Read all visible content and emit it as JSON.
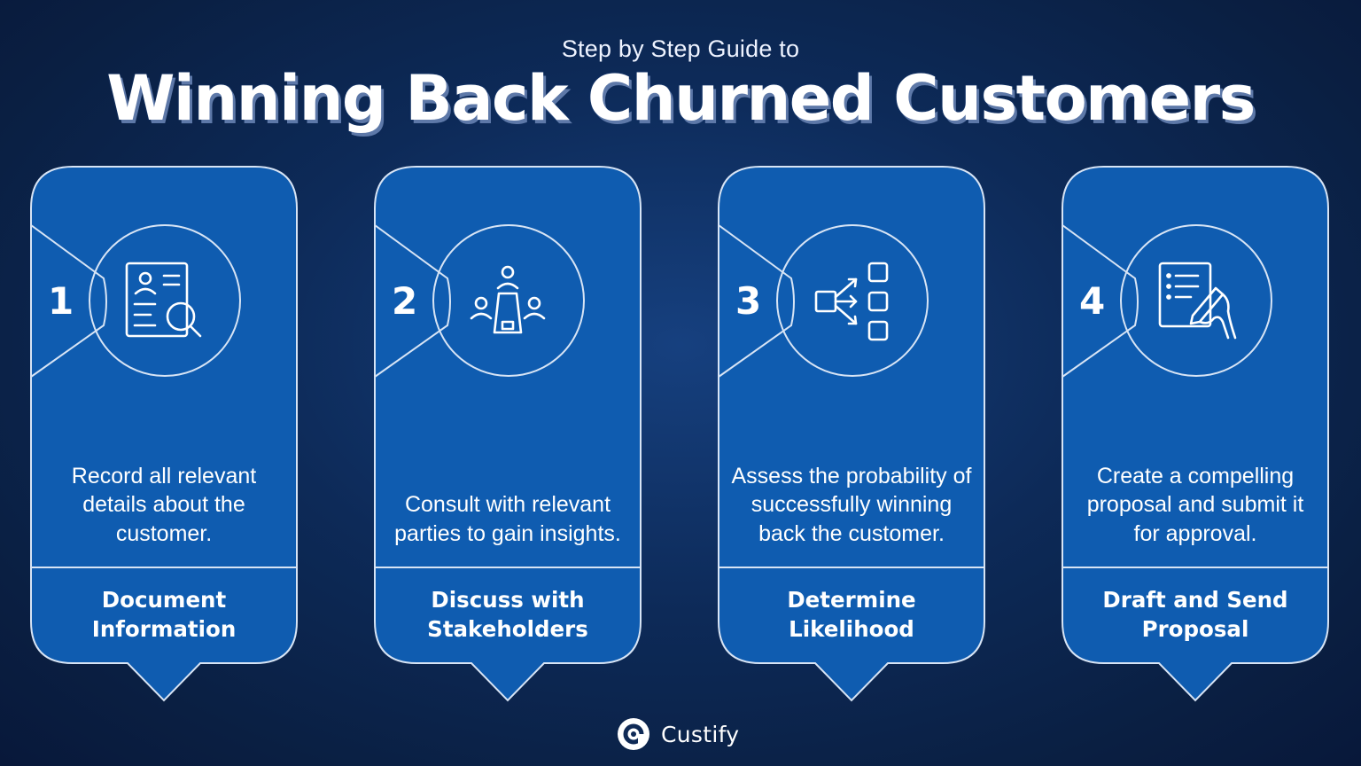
{
  "header": {
    "subtitle": "Step by Step Guide to",
    "title": "Winning Back Churned Customers"
  },
  "steps": [
    {
      "number": "1",
      "description": "Record all relevant details about the customer.",
      "label": "Document Information",
      "icon": "document-search-icon"
    },
    {
      "number": "2",
      "description": "Consult with relevant parties to gain insights.",
      "label": "Discuss with Stakeholders",
      "icon": "meeting-table-icon"
    },
    {
      "number": "3",
      "description": "Assess the probability of successfully winning back the customer.",
      "label": "Determine Likelihood",
      "icon": "decision-branches-icon"
    },
    {
      "number": "4",
      "description": "Create a compelling proposal and submit it for approval.",
      "label": "Draft and Send Proposal",
      "icon": "document-sign-icon"
    }
  ],
  "brand": {
    "name": "Custify",
    "icon": "custify-logo-icon"
  },
  "colors": {
    "background": "#0d2a58",
    "card_fill": "#0f5cb0",
    "card_stroke": "#d7e4f5",
    "text": "#ffffff"
  }
}
